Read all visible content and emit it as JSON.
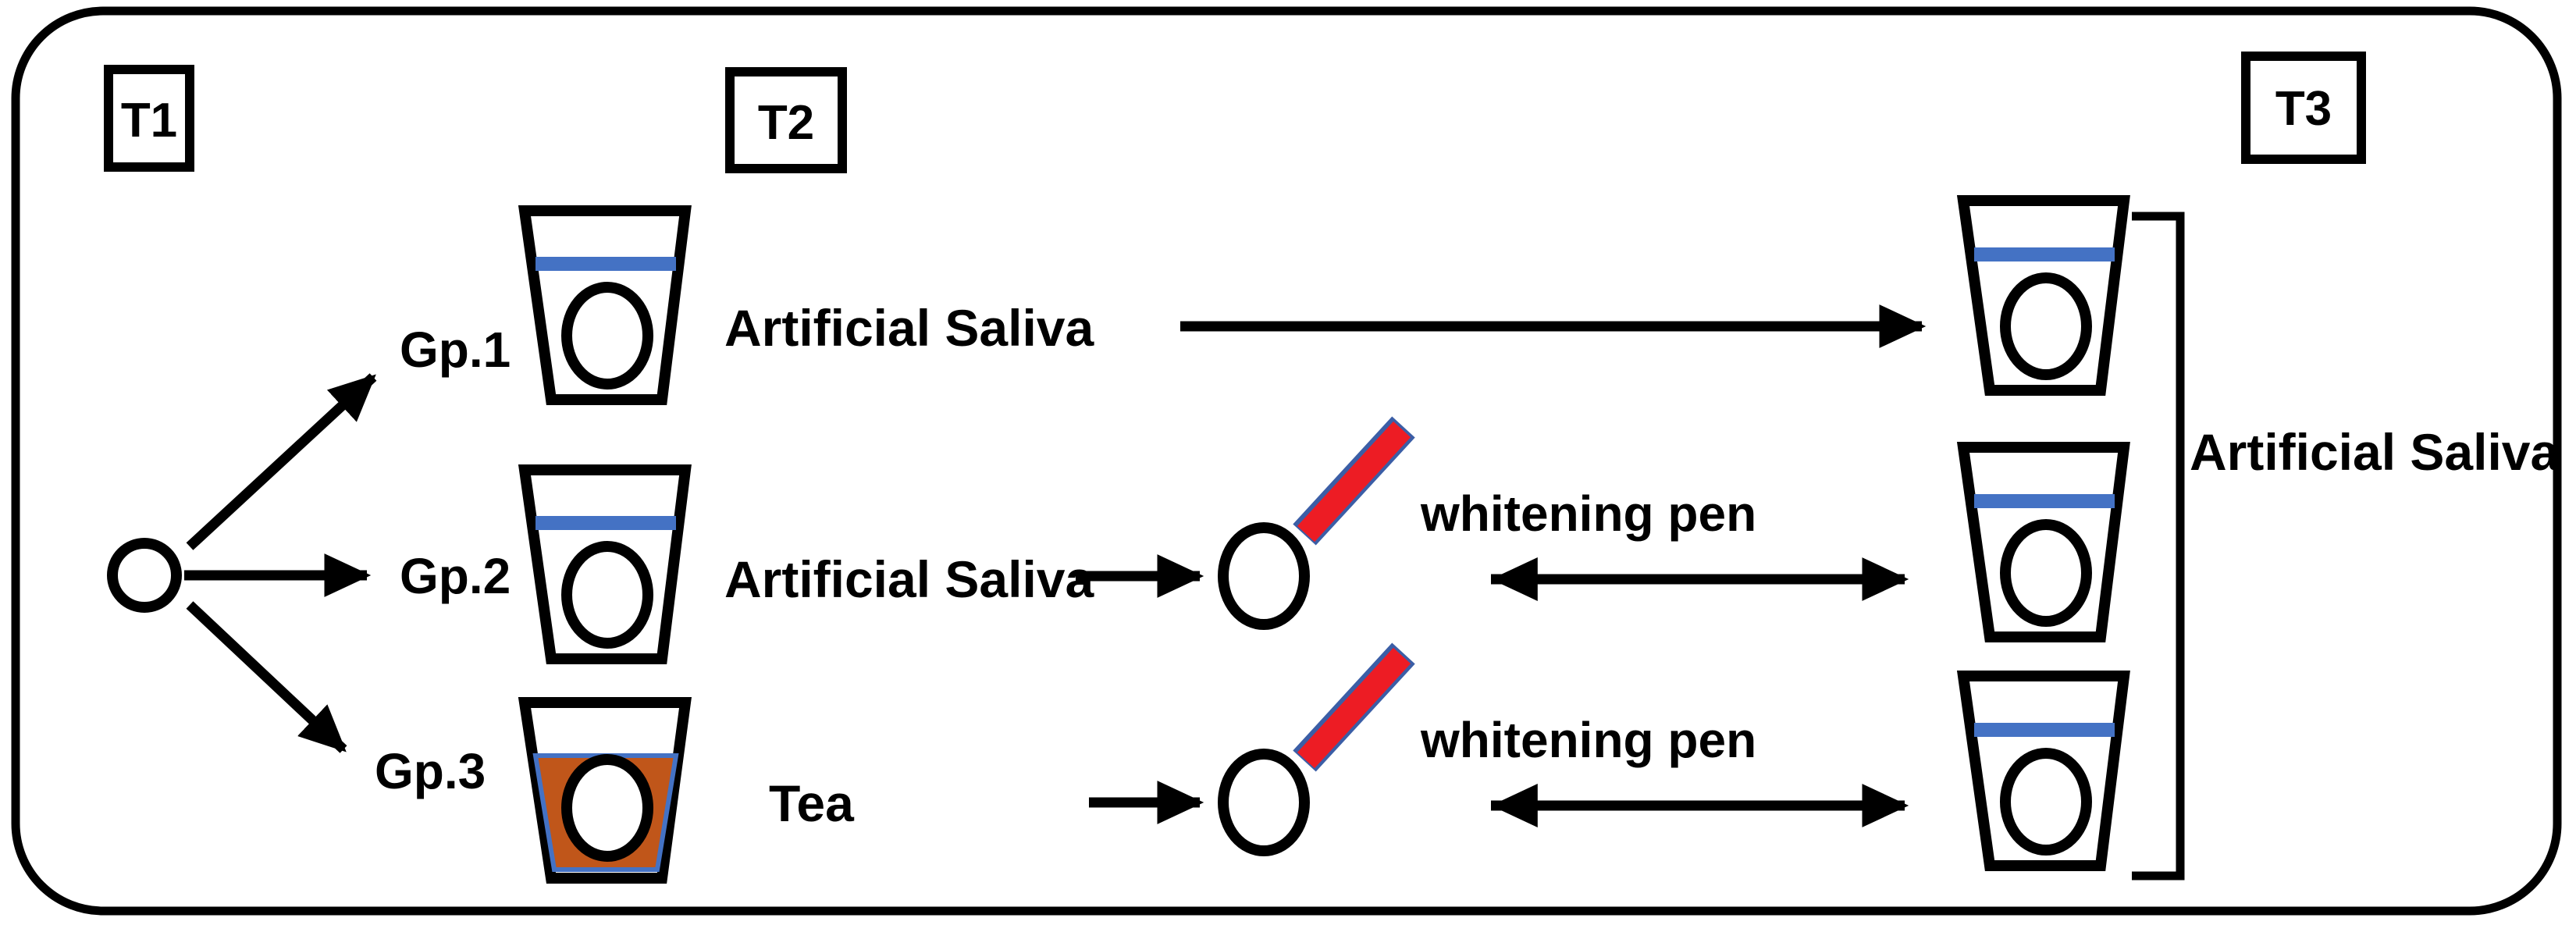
{
  "figure": {
    "type": "study-design-flow-diagram",
    "background_color": "#ffffff",
    "line_color": "#000000",
    "accent_blue": "#4472C4",
    "tea_fill": "#C0561A",
    "pen_red": "#ED1C24",
    "pen_outline_blue": "#3B5EA6",
    "panel_border_color": "#000000"
  },
  "timepoints": [
    {
      "id": "t1",
      "label": "T1"
    },
    {
      "id": "t2",
      "label": "T2"
    },
    {
      "id": "t3",
      "label": "T3"
    }
  ],
  "groups": [
    {
      "id": "gp1",
      "label": "Gp.1",
      "t2_medium": "Artificial Saliva",
      "t2_cup_filled": false,
      "treatment": null,
      "has_pen": false,
      "t3_medium": "Artificial Saliva"
    },
    {
      "id": "gp2",
      "label": "Gp.2",
      "t2_medium": "Artificial Saliva",
      "t2_cup_filled": false,
      "treatment": "whitening pen",
      "has_pen": true,
      "t3_medium": "Artificial Saliva"
    },
    {
      "id": "gp3",
      "label": "Gp.3",
      "t2_medium": "Tea",
      "t2_cup_filled": true,
      "treatment": "whitening pen",
      "has_pen": true,
      "t3_medium": "Artificial Saliva"
    }
  ],
  "labels": {
    "artificial_saliva": "Artificial Saliva",
    "tea": "Tea",
    "whitening_pen": "whitening pen",
    "right_bracket_label": "Artificial Saliva"
  },
  "icons": {
    "specimen": "tooth-specimen-ellipse",
    "cup": "beaker-cup",
    "pen": "whitening-pen-applicator",
    "arrow": "arrow-right",
    "double_arrow": "arrow-double-headed",
    "brace": "right-brace-bracket"
  }
}
